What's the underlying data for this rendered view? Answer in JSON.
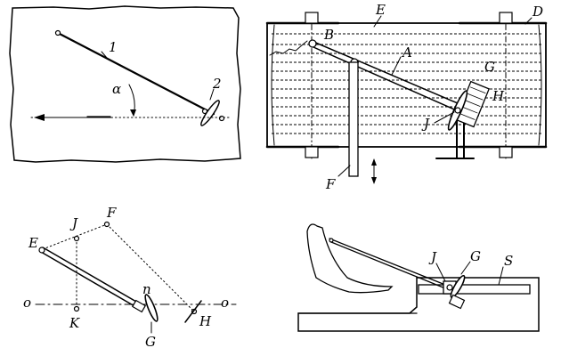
{
  "panels": {
    "top_left": {
      "labels": {
        "one": "1",
        "two": "2",
        "alpha": "α"
      }
    },
    "top_right": {
      "labels": {
        "E": "E",
        "D": "D",
        "B": "B",
        "A": "A",
        "G": "G",
        "H": "H",
        "J": "J",
        "F": "F"
      }
    },
    "bottom_left": {
      "labels": {
        "E": "E",
        "J": "J",
        "F": "F",
        "n": "n",
        "o_left": "o",
        "o_right": "o",
        "K": "K",
        "H": "H",
        "G": "G"
      }
    },
    "bottom_right": {
      "labels": {
        "J": "J",
        "G": "G",
        "S": "S"
      }
    }
  }
}
